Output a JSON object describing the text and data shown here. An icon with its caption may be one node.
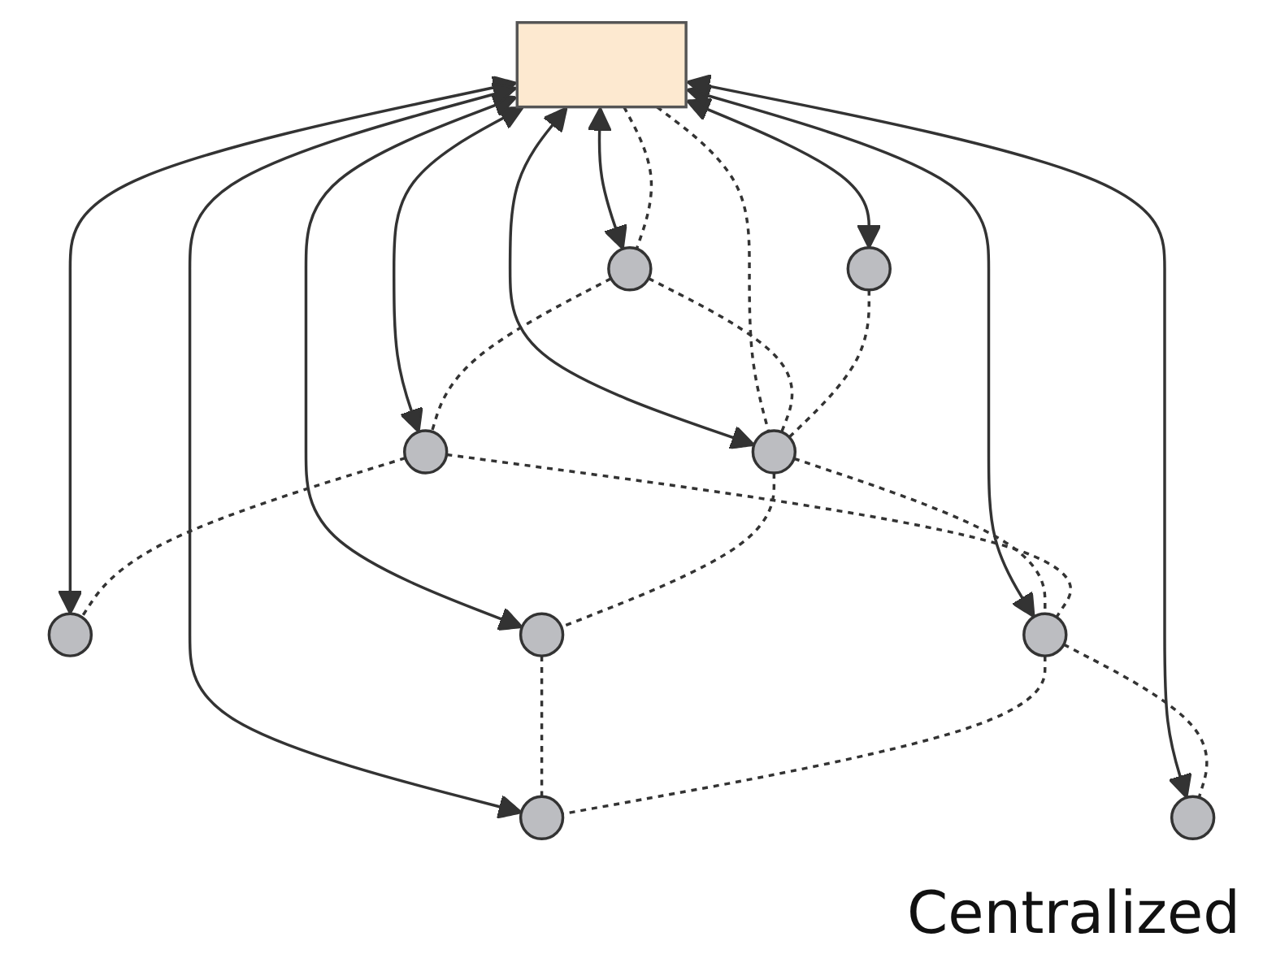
{
  "diagram": {
    "nodes": [
      {
        "text": [],
        "shape": "box"
      },
      {
        "text": [],
        "shape": "circle"
      },
      {
        "text": [],
        "shape": "circle"
      },
      {
        "text": [],
        "shape": "circle"
      },
      {
        "text": [],
        "shape": "circle"
      },
      {
        "text": [],
        "shape": "circle"
      },
      {
        "text": [],
        "shape": "circle"
      },
      {
        "text": [],
        "shape": "circle"
      },
      {
        "text": [],
        "shape": "circle"
      },
      {
        "text": [],
        "shape": "circle"
      }
    ],
    "edges": [
      {
        "from": 0,
        "to": 1,
        "arrow": "both"
      },
      {
        "from": 0,
        "to": 5,
        "arrow": "both"
      },
      {
        "from": 0,
        "to": 2,
        "arrow": "both"
      },
      {
        "from": 0,
        "to": 3,
        "arrow": "both"
      },
      {
        "from": 0,
        "to": 4,
        "arrow": "both"
      },
      {
        "from": 0,
        "to": 6,
        "arrow": "both"
      },
      {
        "from": 0,
        "to": 9,
        "arrow": "both"
      },
      {
        "from": 0,
        "to": 7,
        "arrow": "both"
      },
      {
        "from": 0,
        "to": 8,
        "arrow": "both"
      },
      {
        "from": 0,
        "to": 1,
        "arrow": "none",
        "style": "dashed"
      },
      {
        "from": 0,
        "to": 4,
        "arrow": "none",
        "style": "dashed"
      },
      {
        "from": 1,
        "to": 4,
        "arrow": "none",
        "style": "dashed"
      },
      {
        "from": 1,
        "to": 5,
        "arrow": "none",
        "style": "dashed"
      },
      {
        "from": 5,
        "to": 2,
        "arrow": "none",
        "style": "dashed"
      },
      {
        "from": 3,
        "to": 4,
        "arrow": "none",
        "style": "dashed"
      },
      {
        "from": 4,
        "to": 6,
        "arrow": "none",
        "style": "dashed"
      },
      {
        "from": 4,
        "to": 7,
        "arrow": "none",
        "style": "dashed"
      },
      {
        "from": 5,
        "to": 7,
        "arrow": "none",
        "style": "dashed"
      },
      {
        "from": 6,
        "to": 9,
        "arrow": "none",
        "style": "dashed"
      },
      {
        "from": 7,
        "to": 9,
        "arrow": "none",
        "style": "dashed"
      },
      {
        "from": 7,
        "to": 8,
        "arrow": "none",
        "style": "dashed"
      }
    ],
    "labels": [
      "Centralized"
    ]
  }
}
